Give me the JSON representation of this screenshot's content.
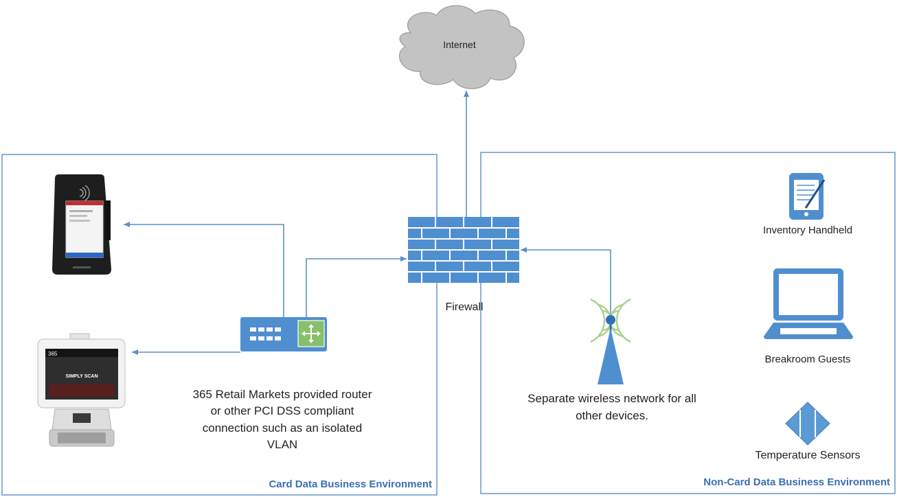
{
  "nodes": {
    "internet": "Internet",
    "firewall": "Firewall",
    "router_caption": [
      "365 Retail Markets provided router",
      "or other PCI DSS compliant",
      "connection such as an isolated",
      "VLAN"
    ],
    "wireless_caption": [
      "Separate wireless network for all",
      "other devices."
    ],
    "inventory": "Inventory Handheld",
    "breakroom": "Breakroom Guests",
    "sensors": "Temperature Sensors"
  },
  "zones": {
    "card": "Card Data Business Environment",
    "noncard": "Non-Card Data Business Environment"
  },
  "devices": {
    "kiosk_screen": {
      "logo": "365",
      "headline": "SIMPLY SCAN"
    }
  },
  "colors": {
    "accent": "#5b8ec7",
    "zone_label": "#3a6fb5",
    "icon_blue": "#4f8fd0",
    "router_green": "#86c06a",
    "signal_green": "#a9d18e",
    "cloud_gray": "#c3c3c3"
  }
}
